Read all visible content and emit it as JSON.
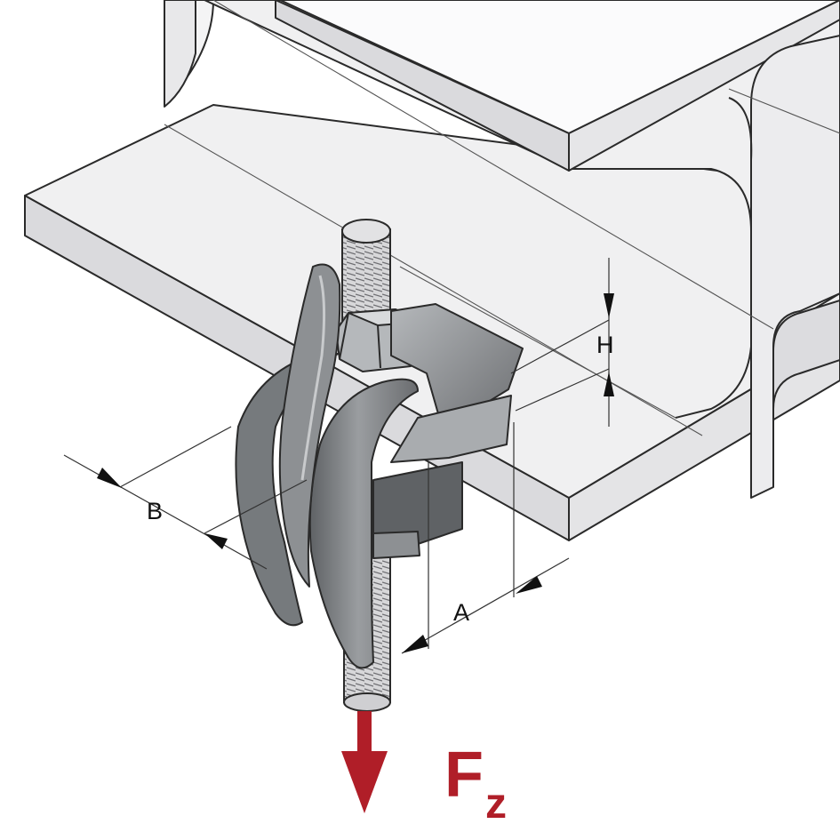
{
  "labels": {
    "dim_a": "A",
    "dim_b": "B",
    "dim_h": "H",
    "force_main": "F",
    "force_sub": "z"
  },
  "colors": {
    "steel_face": "#f0f0f1",
    "steel_top": "#fbfbfc",
    "steel_side": "#dadadd",
    "steel_dark": "#c4c4c8",
    "outline": "#2a2a2a",
    "clamp_dark": "#6a6c6f",
    "clamp_mid": "#8d9093",
    "clamp_light": "#b5b8bb",
    "force": "#b01e28"
  },
  "icons": {
    "force_arrow": "arrow-down-icon",
    "dimension_arrow": "dimension-arrowhead-icon"
  }
}
